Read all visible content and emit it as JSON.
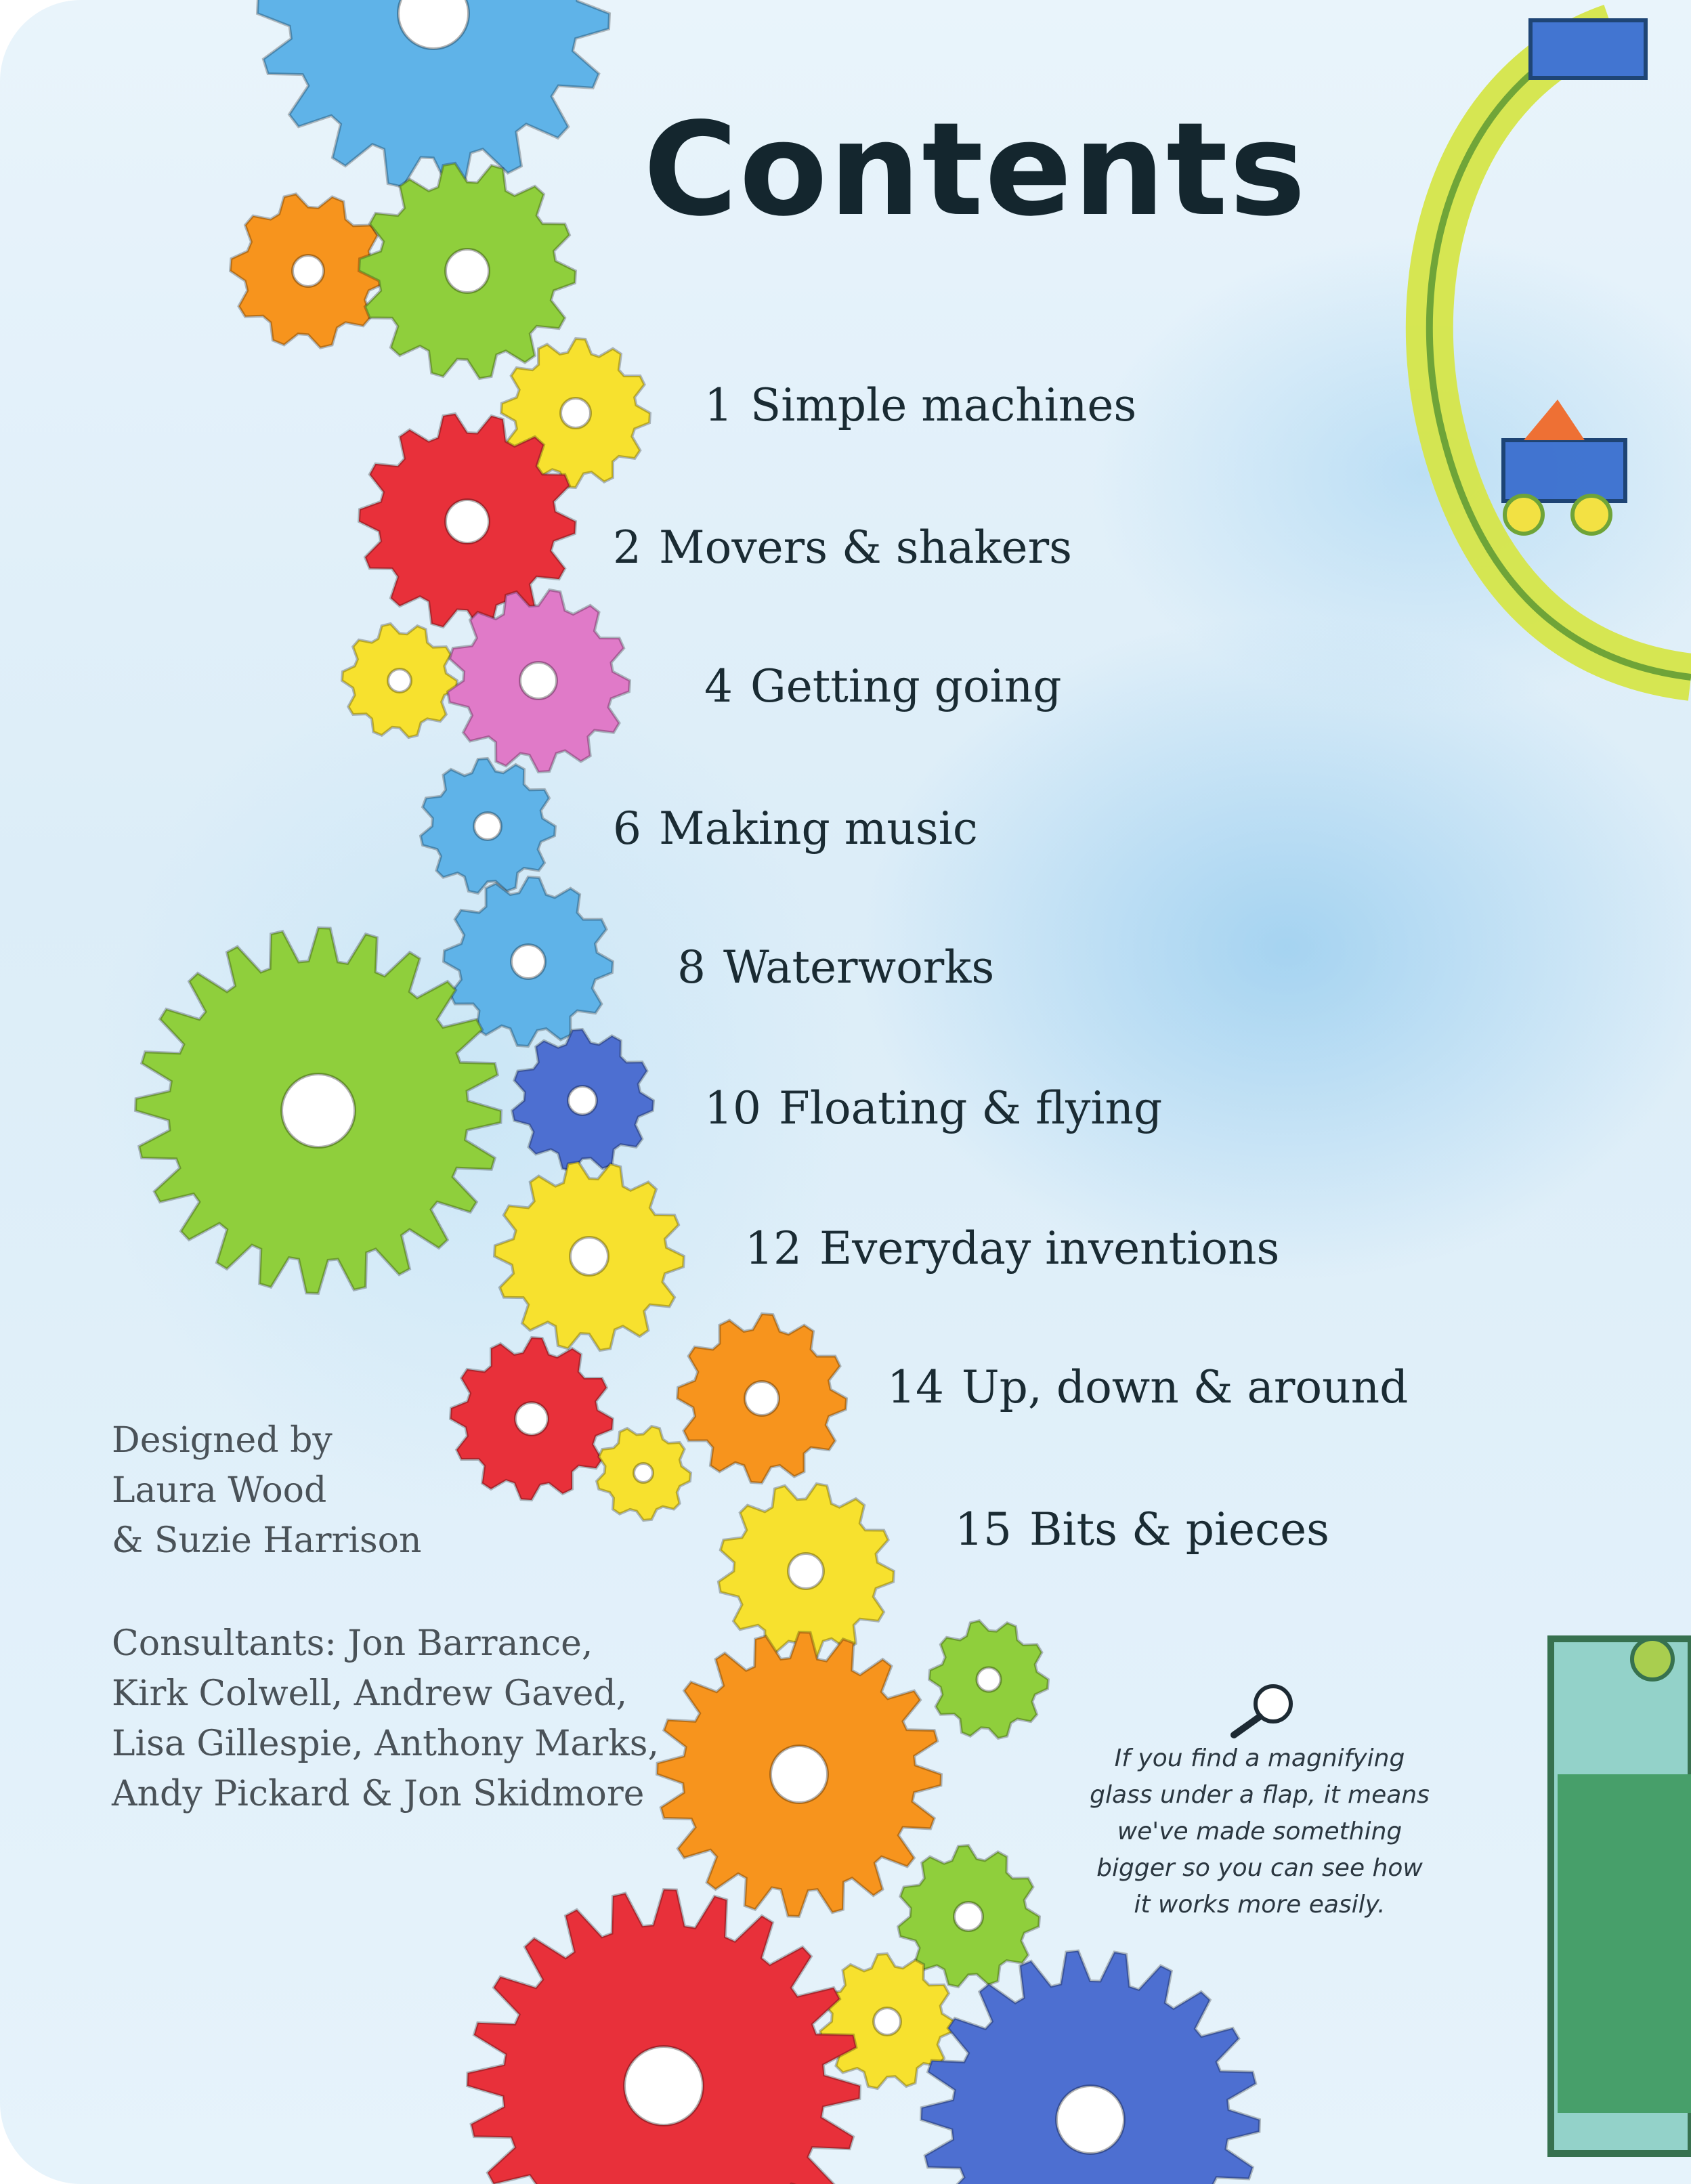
{
  "page": {
    "title": "Contents"
  },
  "contents": [
    {
      "page": "1",
      "label": "Simple machines"
    },
    {
      "page": "2",
      "label": "Movers & shakers"
    },
    {
      "page": "4",
      "label": "Getting going"
    },
    {
      "page": "6",
      "label": "Making music"
    },
    {
      "page": "8",
      "label": "Waterworks"
    },
    {
      "page": "10",
      "label": "Floating & flying"
    },
    {
      "page": "12",
      "label": "Everyday inventions"
    },
    {
      "page": "14",
      "label": "Up, down & around"
    },
    {
      "page": "15",
      "label": "Bits & pieces"
    }
  ],
  "credits": {
    "designed": [
      "Designed by",
      "Laura Wood",
      "& Suzie Harrison"
    ],
    "consultants": [
      "Consultants: Jon Barrance,",
      "Kirk Colwell, Andrew Gaved,",
      "Lisa Gillespie, Anthony Marks,",
      "Andy Pickard & Jon Skidmore"
    ]
  },
  "note": {
    "icon": "magnifying-glass-icon",
    "lines": [
      "If you find a magnifying",
      "glass under a flap, it means",
      "we've made something",
      "bigger so you can see how",
      "it works more easily."
    ]
  },
  "colors": {
    "background": "#e3f1fa",
    "text": "#1a2b33",
    "gear_blue": "#5fb3e8",
    "gear_green": "#8fcf3c",
    "gear_orange": "#f7941d",
    "gear_red": "#e8303a",
    "gear_yellow": "#f7e12e",
    "gear_pink": "#e07ac8",
    "gear_indigo": "#4d6fd1"
  }
}
